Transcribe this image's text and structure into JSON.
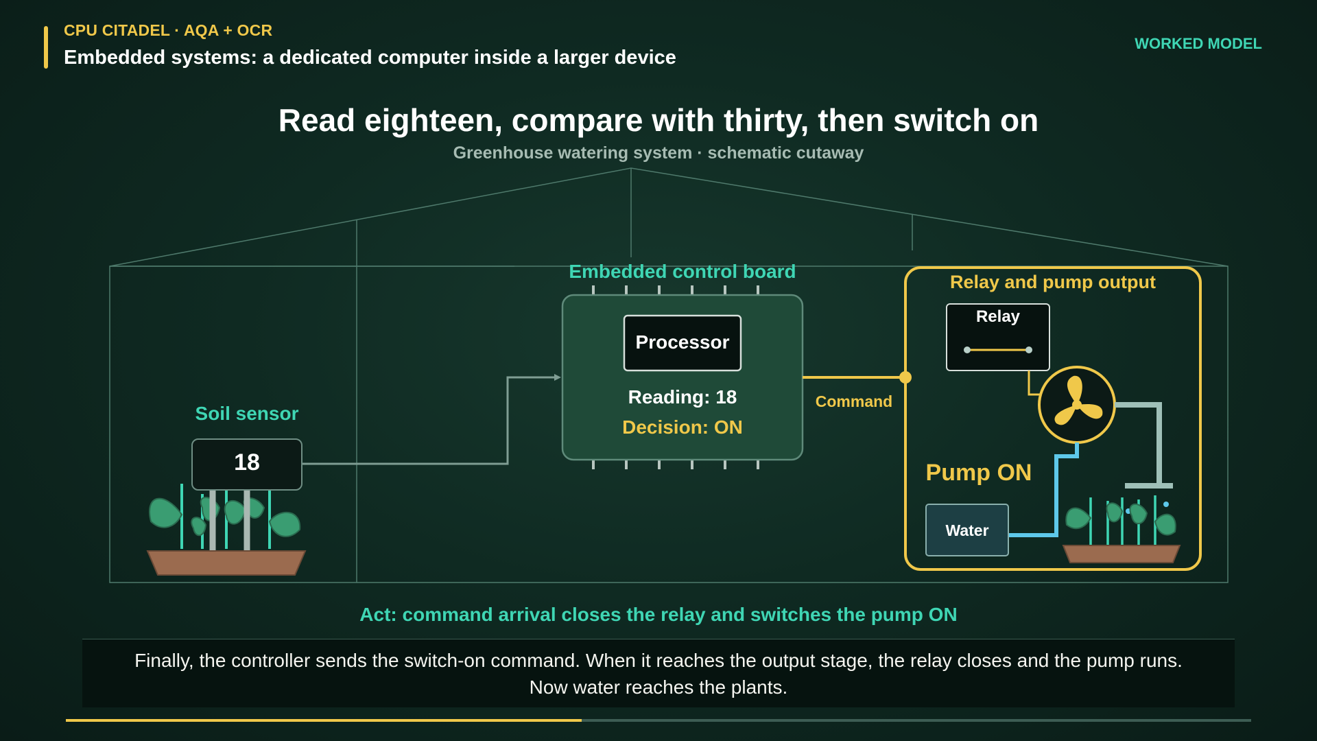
{
  "header": {
    "eyebrow": "CPU CITADEL · AQA + OCR",
    "title": "Embedded systems: a dedicated computer inside a larger device",
    "mode_badge": "WORKED MODEL"
  },
  "slide": {
    "title": "Read eighteen, compare with thirty, then switch on",
    "subtitle": "Greenhouse watering system · schematic cutaway"
  },
  "diagram": {
    "sensor": {
      "label": "Soil sensor",
      "reading": "18"
    },
    "board": {
      "label": "Embedded control board",
      "processor": "Processor",
      "reading": "Reading: 18",
      "decision": "Decision: ON"
    },
    "command_label": "Command",
    "output": {
      "label": "Relay and pump output",
      "relay": "Relay",
      "pump_status": "Pump ON",
      "water": "Water"
    }
  },
  "caption": {
    "title": "Act: command arrival closes the relay and switches the pump ON",
    "body": "Finally, the controller sends the switch-on command. When it reaches the output stage, the relay closes and the pump runs. Now water reaches the plants."
  },
  "progress": {
    "fraction": 0.435
  },
  "colors": {
    "accent_gold": "#f0c84a",
    "accent_teal": "#3fd6b4",
    "water_blue": "#5ec8ea",
    "board_green": "#1f4a38"
  }
}
